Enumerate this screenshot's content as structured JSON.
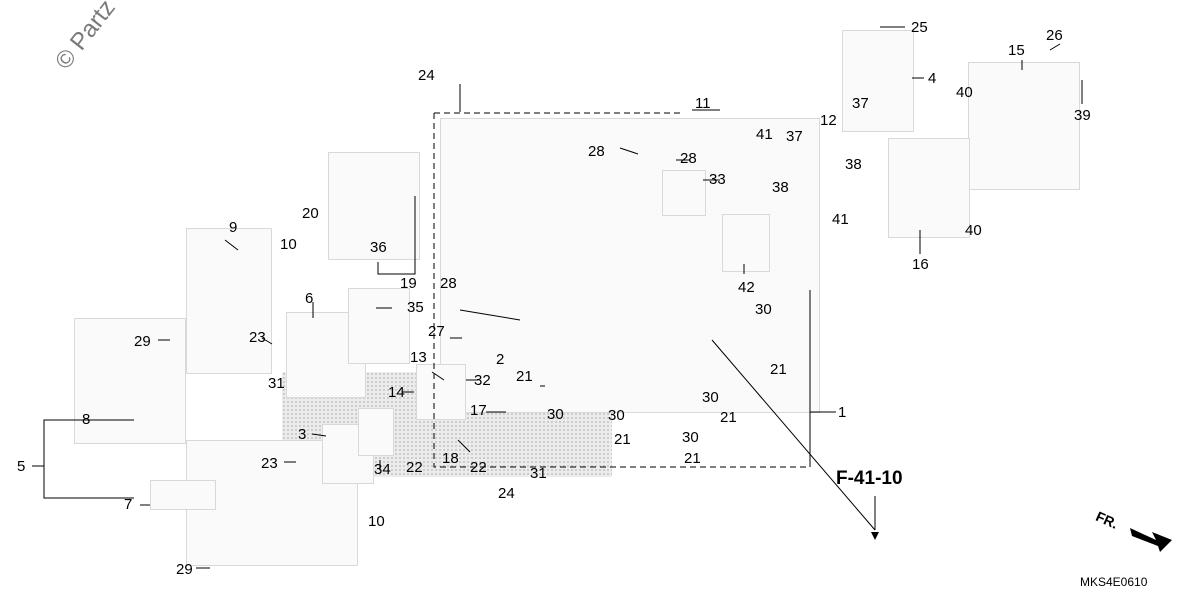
{
  "watermark": "© Partz",
  "diagram_code": "MKS4E0610",
  "ref_link": "F-41-10",
  "direction_label": "FR.",
  "callouts": [
    {
      "id": "1",
      "label": "1"
    },
    {
      "id": "2",
      "label": "2"
    },
    {
      "id": "3",
      "label": "3"
    },
    {
      "id": "4",
      "label": "4"
    },
    {
      "id": "5",
      "label": "5"
    },
    {
      "id": "6",
      "label": "6"
    },
    {
      "id": "7",
      "label": "7"
    },
    {
      "id": "8",
      "label": "8"
    },
    {
      "id": "9",
      "label": "9"
    },
    {
      "id": "10a",
      "label": "10"
    },
    {
      "id": "10b",
      "label": "10"
    },
    {
      "id": "11",
      "label": "11"
    },
    {
      "id": "12",
      "label": "12"
    },
    {
      "id": "13",
      "label": "13"
    },
    {
      "id": "14",
      "label": "14"
    },
    {
      "id": "15",
      "label": "15"
    },
    {
      "id": "16",
      "label": "16"
    },
    {
      "id": "17",
      "label": "17"
    },
    {
      "id": "18",
      "label": "18"
    },
    {
      "id": "19",
      "label": "19"
    },
    {
      "id": "20",
      "label": "20"
    },
    {
      "id": "21a",
      "label": "21"
    },
    {
      "id": "21b",
      "label": "21"
    },
    {
      "id": "21c",
      "label": "21"
    },
    {
      "id": "21d",
      "label": "21"
    },
    {
      "id": "21e",
      "label": "21"
    },
    {
      "id": "22a",
      "label": "22"
    },
    {
      "id": "22b",
      "label": "22"
    },
    {
      "id": "23a",
      "label": "23"
    },
    {
      "id": "23b",
      "label": "23"
    },
    {
      "id": "24a",
      "label": "24"
    },
    {
      "id": "24b",
      "label": "24"
    },
    {
      "id": "25",
      "label": "25"
    },
    {
      "id": "26",
      "label": "26"
    },
    {
      "id": "27",
      "label": "27"
    },
    {
      "id": "28a",
      "label": "28"
    },
    {
      "id": "28b",
      "label": "28"
    },
    {
      "id": "28c",
      "label": "28"
    },
    {
      "id": "29a",
      "label": "29"
    },
    {
      "id": "29b",
      "label": "29"
    },
    {
      "id": "30a",
      "label": "30"
    },
    {
      "id": "30b",
      "label": "30"
    },
    {
      "id": "30c",
      "label": "30"
    },
    {
      "id": "30d",
      "label": "30"
    },
    {
      "id": "30e",
      "label": "30"
    },
    {
      "id": "31a",
      "label": "31"
    },
    {
      "id": "31b",
      "label": "31"
    },
    {
      "id": "32",
      "label": "32"
    },
    {
      "id": "33",
      "label": "33"
    },
    {
      "id": "34",
      "label": "34"
    },
    {
      "id": "35",
      "label": "35"
    },
    {
      "id": "36",
      "label": "36"
    },
    {
      "id": "37a",
      "label": "37"
    },
    {
      "id": "37b",
      "label": "37"
    },
    {
      "id": "38a",
      "label": "38"
    },
    {
      "id": "38b",
      "label": "38"
    },
    {
      "id": "39",
      "label": "39"
    },
    {
      "id": "40a",
      "label": "40"
    },
    {
      "id": "40b",
      "label": "40"
    },
    {
      "id": "41a",
      "label": "41"
    },
    {
      "id": "41b",
      "label": "41"
    },
    {
      "id": "42",
      "label": "42"
    }
  ]
}
